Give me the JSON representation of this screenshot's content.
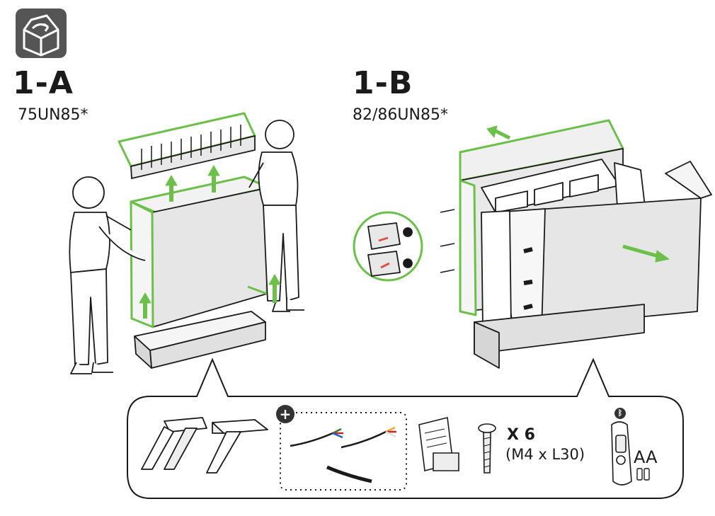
{
  "step_a": {
    "id": "1-A",
    "model": "75UN85*"
  },
  "step_b": {
    "id": "1-B",
    "model": "82/86UN85*"
  },
  "accessories": {
    "screw_qty": "X 6",
    "screw_spec": "(M4 x L30)",
    "battery_label": "AA"
  },
  "icons": {
    "header": "unboxing-icon",
    "optional": "plus-circle-icon",
    "bluetooth": "bluetooth-icon"
  },
  "colors": {
    "accent_green": "#6cc04a",
    "line": "#1a1a1a",
    "box_fill": "#e6e6e6",
    "icon_bg": "#555555"
  }
}
